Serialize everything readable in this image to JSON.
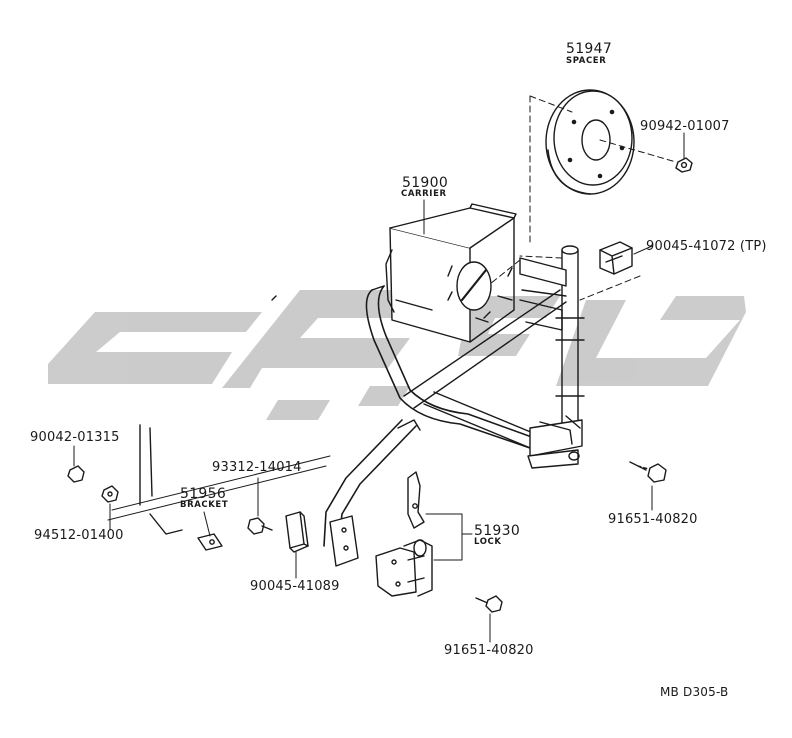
{
  "parts": [
    {
      "id": "spacer",
      "number": "51947",
      "name": "SPACER"
    },
    {
      "id": "spacer-nut",
      "number": "90942-01007"
    },
    {
      "id": "carrier",
      "number": "51900",
      "name": "CARRIER"
    },
    {
      "id": "cushion",
      "number": "90045-41072 (TP)"
    },
    {
      "id": "nut-left",
      "number": "90042-01315"
    },
    {
      "id": "bolt-bracket",
      "number": "93312-14014"
    },
    {
      "id": "bracket",
      "number": "51956",
      "name": "BRACKET"
    },
    {
      "id": "clip-left",
      "number": "94512-01400"
    },
    {
      "id": "bolt-right",
      "number": "91651-40820"
    },
    {
      "id": "lock",
      "number": "51930",
      "name": "LOCK"
    },
    {
      "id": "cushion-small",
      "number": "90045-41089"
    },
    {
      "id": "bolt-bottom",
      "number": "91651-40820"
    }
  ],
  "drawing_code": "MB D305-B",
  "colors": {
    "ink": "#1a1a1a",
    "watermark": "#c8c8c8"
  }
}
